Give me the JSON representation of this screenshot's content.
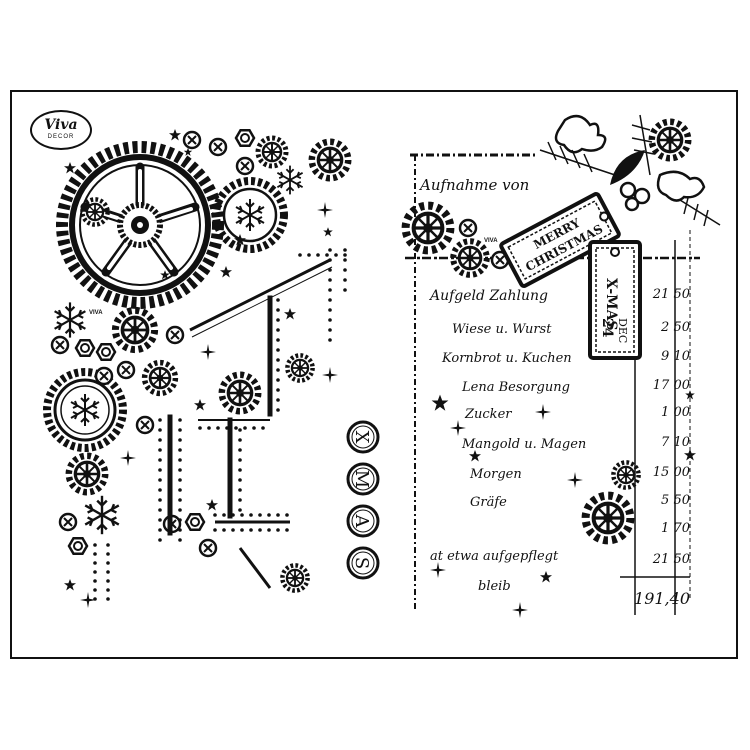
{
  "logo": {
    "brand": "Viva",
    "sub": "DECOR"
  },
  "stamp_brand_small": "VIVA",
  "left_panel": {
    "letters": [
      "X",
      "M",
      "A",
      "S"
    ]
  },
  "right_panel": {
    "tag_merry": {
      "line1": "MERRY",
      "line2": "CHRISTMAS"
    },
    "tag_date": {
      "text": "X-MAS",
      "month": "DEC",
      "day": "24"
    },
    "ledger_lines": [
      {
        "text": "Aufnahme von",
        "amount": ""
      },
      {
        "text": "Aufgeld Zahlung",
        "amount": "21 50"
      },
      {
        "text": "Wiese u. Wurst",
        "amount": "2 50"
      },
      {
        "text": "Kornbrot u. Kuchen",
        "amount": "9 10"
      },
      {
        "text": "Lena Besorgung",
        "amount": "17 00"
      },
      {
        "text": "Zucker",
        "amount": "1 00"
      },
      {
        "text": "Mangold u. Magen",
        "amount": "7 10"
      },
      {
        "text": "Morgen",
        "amount": "15 00"
      },
      {
        "text": "Gräfe",
        "amount": "5 50"
      },
      {
        "text": "",
        "amount": "1 70"
      },
      {
        "text": "at etwa aufgepflegt",
        "amount": "21 50"
      },
      {
        "text": "bleib",
        "amount": "191,40"
      }
    ]
  },
  "colors": {
    "ink": "#111111",
    "paper": "#ffffff"
  }
}
